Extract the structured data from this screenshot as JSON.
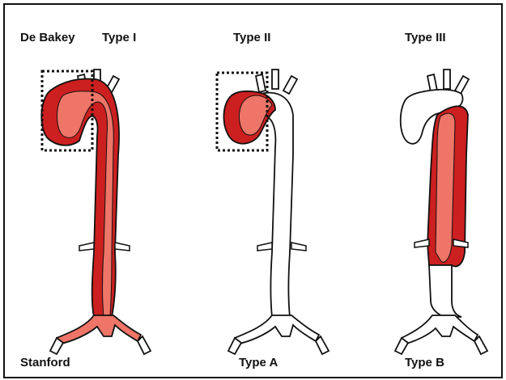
{
  "labels": {
    "top_left_1": "De Bakey",
    "top_left_2": "Type I",
    "top_mid": "Type II",
    "top_right": "Type III",
    "bottom_left": "Stanford",
    "bottom_mid": "Type A",
    "bottom_right": "Type B"
  },
  "colors": {
    "dark_red": "#cc1f1f",
    "light_red": "#ee7568",
    "outline": "#111111"
  }
}
